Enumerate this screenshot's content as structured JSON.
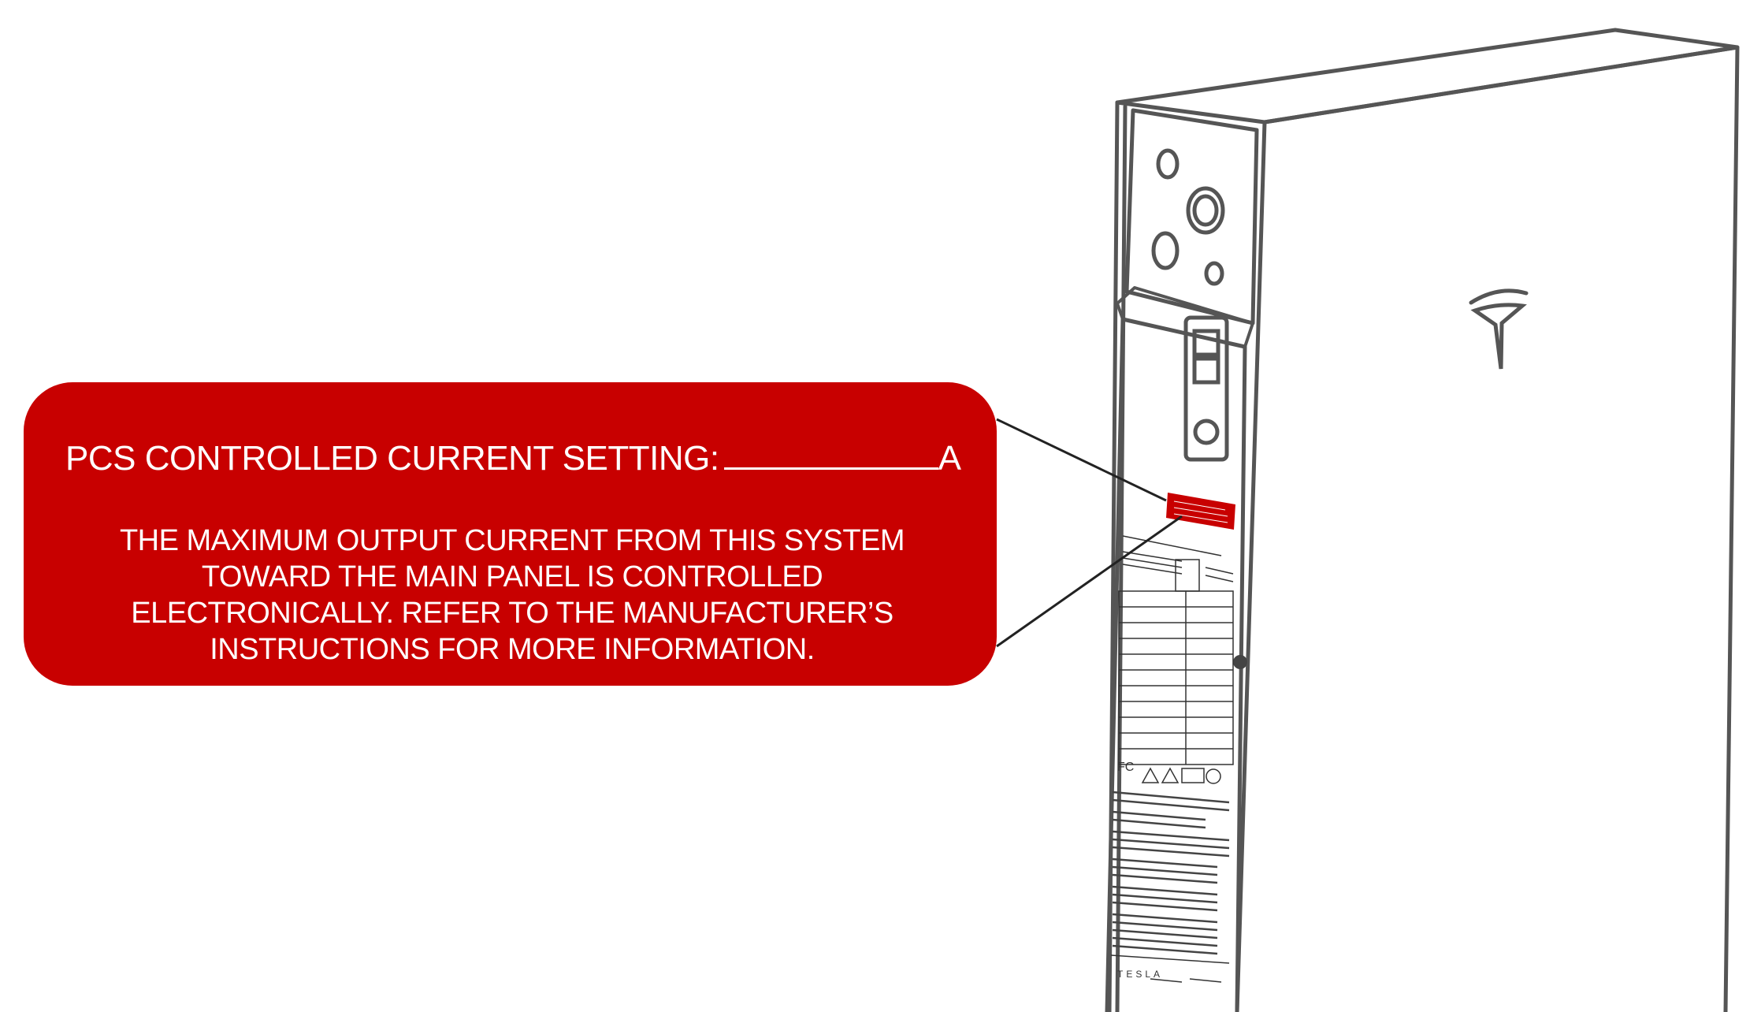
{
  "callout": {
    "setting_label": "PCS CONTROLLED CURRENT SETTING:",
    "setting_unit": "A",
    "description": "THE MAXIMUM OUTPUT CURRENT FROM THIS SYSTEM\nTOWARD THE MAIN PANEL IS CONTROLLED\nELECTRONICALLY. REFER TO THE MANUFACTURER’S\nINSTRUCTIONS FOR MORE INFORMATION."
  },
  "colors": {
    "callout_background": "#c80000",
    "callout_text": "#ffffff",
    "outline": "#555555"
  },
  "icons": [
    "tesla-logo-icon",
    "fcc-mark-icon",
    "warning-triangle-icon"
  ]
}
